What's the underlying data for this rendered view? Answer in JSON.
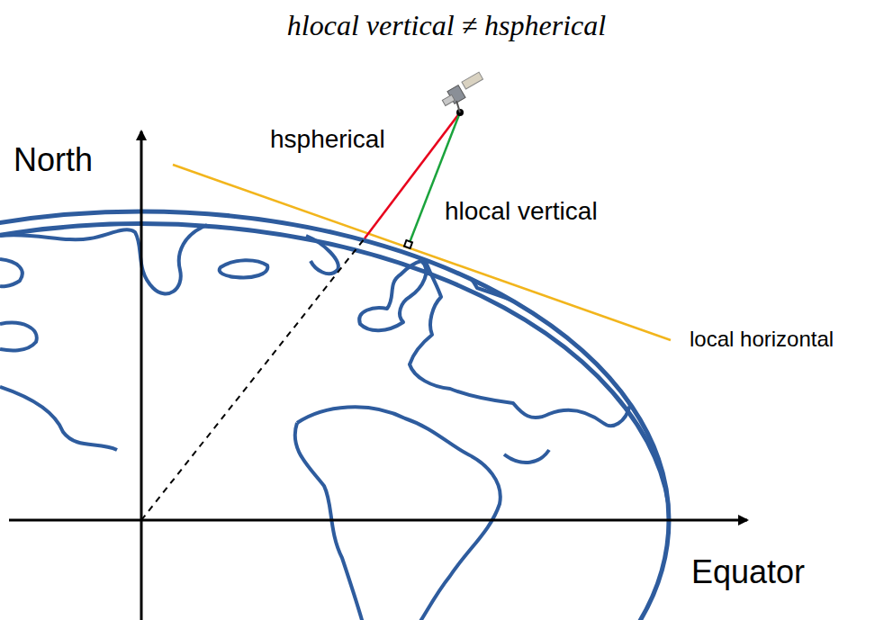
{
  "diagram": {
    "title": "hlocal vertical ≠ hspherical",
    "labels": [
      "North",
      "Equator",
      "hspherical",
      "hlocal vertical",
      "local horizontal"
    ]
  }
}
